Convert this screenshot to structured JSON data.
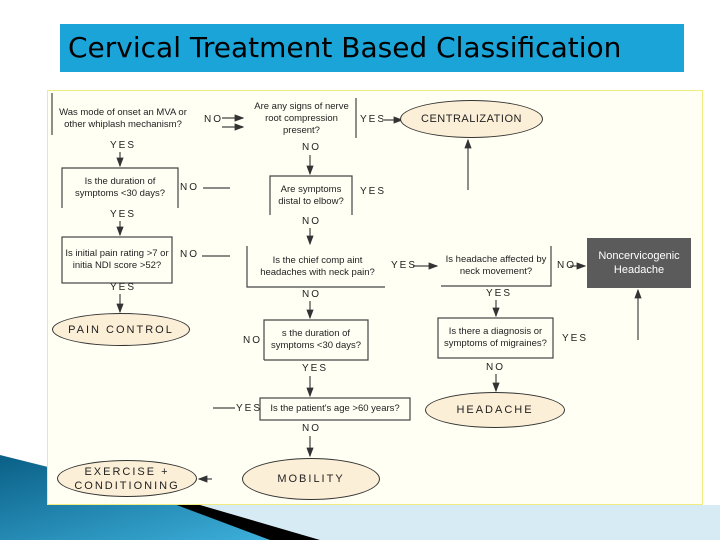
{
  "title": "Cervical Treatment Based Classification",
  "colors": {
    "title_bg": "#1ba4d8",
    "ellipse_fill": "#fcefd8",
    "dark_box": "#5b5b5b",
    "panel_border": "#f0ec80"
  },
  "questions": {
    "q1": "Was mode of onset an MVA or other whiplash mechanism?",
    "q2": "Are any signs of nerve root compression present?",
    "q3": "Is the duration of symptoms <30 days?",
    "q4": "Are symptoms distal to elbow?",
    "q5": "Is initial pain rating >7 or initia NDI score >52?",
    "q6": "Is the chief comp aint headaches with neck pain?",
    "q7": "Is headache affected by neck movement?",
    "q8": "s the duration of symptoms <30 days?",
    "q9": "Is there a diagnosis or symptoms of migraines?",
    "q10": "Is the patient's age >60 years?"
  },
  "outcomes": {
    "centralization": "CENTRALIZATION",
    "pain_control": "PAIN CONTROL",
    "headache": "HEADACHE",
    "mobility": "MOBILITY",
    "exercise": "EXERCISE + CONDITIONING",
    "noncervicogenic": "Noncervicogenic Headache"
  },
  "labels": {
    "yes": "YES",
    "no": "NO"
  }
}
